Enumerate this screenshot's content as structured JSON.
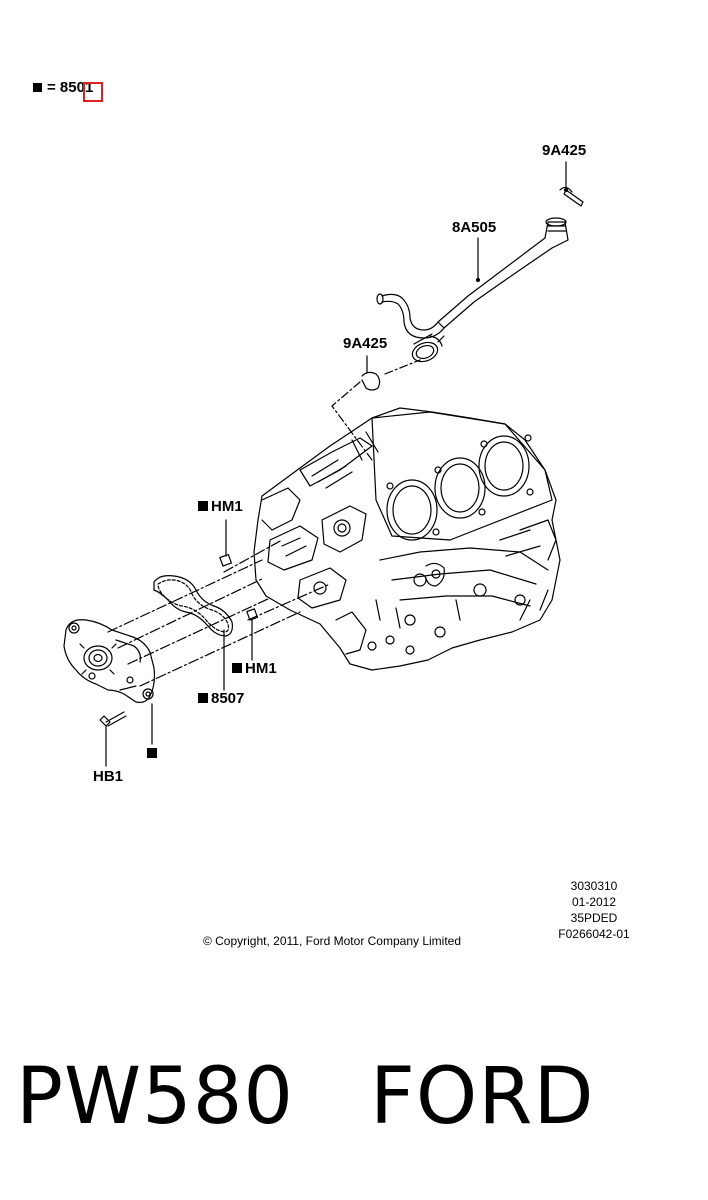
{
  "legend": {
    "symbol": "■",
    "text": "= 8501"
  },
  "callouts": {
    "c_9a425_top": "9A425",
    "c_8a505": "8A505",
    "c_9a425_mid": "9A425",
    "c_hm1_upper": "HM1",
    "c_hm1_lower": "HM1",
    "c_8507": "8507",
    "c_hb1": "HB1"
  },
  "drawing_info": {
    "number": "3030310",
    "date": "01-2012",
    "code": "35PDED",
    "figure_id": "F0266042-01"
  },
  "copyright": "© Copyright, 2011, Ford Motor Company Limited",
  "footer": {
    "part_number": "PW580",
    "brand": "FORD"
  },
  "colors": {
    "line": "#000000",
    "highlight": "#e02020"
  }
}
